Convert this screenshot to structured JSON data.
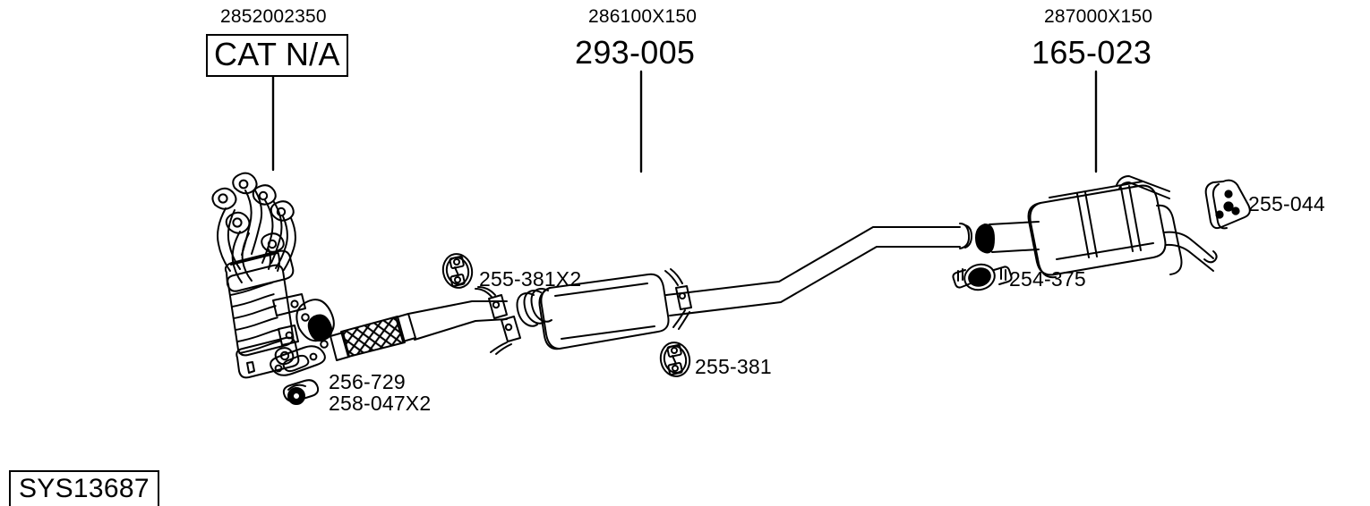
{
  "diagram": {
    "system_id": "SYS13687",
    "title_type": "automotive-exhaust-system-parts-diagram"
  },
  "headers": [
    {
      "code": "2852002350",
      "part": "CAT N/A",
      "boxed": true,
      "name": "catalytic-converter"
    },
    {
      "code": "286100X150",
      "part": "293-005",
      "boxed": false,
      "name": "centre-silencer"
    },
    {
      "code": "287000X150",
      "part": "165-023",
      "boxed": false,
      "name": "rear-silencer"
    }
  ],
  "part_labels": [
    {
      "text": "255-381X2",
      "icon": "u-bolt-clamp-icon",
      "name": "clamp-255-381x2"
    },
    {
      "text": "255-381",
      "icon": "u-bolt-clamp-icon",
      "name": "clamp-255-381"
    },
    {
      "text": "254-375",
      "icon": "pipe-clamp-icon",
      "name": "clamp-254-375"
    },
    {
      "text": "255-044",
      "icon": "rubber-hanger-icon",
      "name": "hanger-255-044"
    },
    {
      "text": "256-729",
      "icon": "gasket-icon",
      "name": "gasket-256-729"
    },
    {
      "text": "258-047X2",
      "icon": "nut-icon",
      "name": "nut-258-047x2"
    }
  ],
  "colors": {
    "line": "#000000",
    "background": "#ffffff"
  }
}
